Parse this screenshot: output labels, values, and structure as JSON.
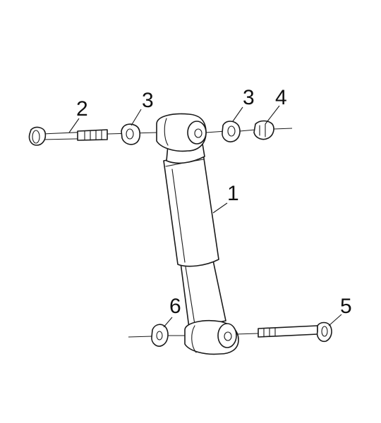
{
  "diagram": {
    "callouts": [
      {
        "id": "c1",
        "label": "1"
      },
      {
        "id": "c2",
        "label": "2"
      },
      {
        "id": "c3a",
        "label": "3"
      },
      {
        "id": "c3b",
        "label": "3"
      },
      {
        "id": "c4",
        "label": "4"
      },
      {
        "id": "c5",
        "label": "5"
      },
      {
        "id": "c6",
        "label": "6"
      }
    ],
    "colors": {
      "ink": "#1a1a1a",
      "background": "#ffffff"
    }
  }
}
